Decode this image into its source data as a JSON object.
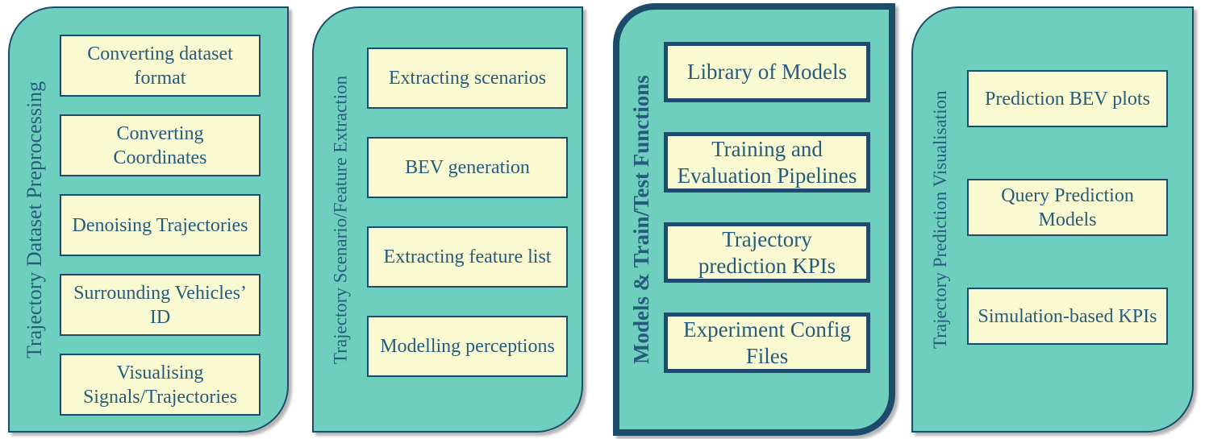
{
  "colors": {
    "teal": "#6FCFBF",
    "yellow": "#FAFAD2",
    "navy": "#1D4C6A",
    "ink": "#265C7B"
  },
  "panels": [
    {
      "title": "Trajectory Dataset Preprocessing",
      "emphasized": false,
      "boxes": [
        "Converting dataset\nformat",
        "Converting\nCoordinates",
        "Denoising Trajectories",
        "Surrounding Vehicles’\nID",
        "Visualising\nSignals/Trajectories"
      ]
    },
    {
      "title": "Trajectory Scenario/Feature Extraction",
      "emphasized": false,
      "boxes": [
        "Extracting scenarios",
        "BEV generation",
        "Extracting feature list",
        "Modelling perceptions"
      ]
    },
    {
      "title": "Models & Train/Test Functions",
      "emphasized": true,
      "boxes": [
        "Library of Models",
        "Training and\nEvaluation Pipelines",
        "Trajectory\nprediction KPIs",
        "Experiment Config\nFiles"
      ]
    },
    {
      "title": "Trajectory Prediction Visualisation",
      "emphasized": false,
      "boxes": [
        "Prediction BEV plots",
        "Query Prediction\nModels",
        "Simulation-based KPIs"
      ]
    }
  ]
}
